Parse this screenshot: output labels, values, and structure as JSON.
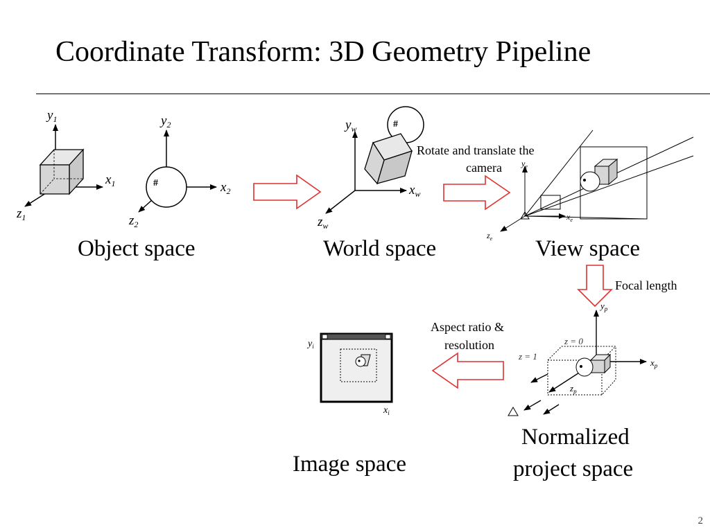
{
  "slide": {
    "title": "Coordinate Transform: 3D Geometry Pipeline",
    "page_number": "2"
  },
  "stages": {
    "object_space": "Object space",
    "world_space": "World space",
    "view_space": "View space",
    "normalized_line1": "Normalized",
    "normalized_line2": "project space",
    "image_space": "Image space"
  },
  "annotations": {
    "rotate_line1": "Rotate and translate the",
    "rotate_line2": "camera",
    "focal_length": "Focal length",
    "aspect_line1": "Aspect ratio &",
    "aspect_line2": "resolution"
  },
  "axes": {
    "y1": "y",
    "y1_sub": "1",
    "x1": "x",
    "x1_sub": "1",
    "z1": "z",
    "z1_sub": "1",
    "y2": "y",
    "y2_sub": "2",
    "x2": "x",
    "x2_sub": "2",
    "z2": "z",
    "z2_sub": "2",
    "yw": "y",
    "yw_sub": "w",
    "xw": "x",
    "xw_sub": "w",
    "zw": "z",
    "zw_sub": "w",
    "ye": "y",
    "ye_sub": "e",
    "xe": "x",
    "xe_sub": "e",
    "ze": "z",
    "ze_sub": "e",
    "yp": "y",
    "yp_sub": "p",
    "xp": "x",
    "xp_sub": "p",
    "zp": "z",
    "zp_sub": "p",
    "z0": "z = 0",
    "z1_plane": "z = 1",
    "yi": "y",
    "yi_sub": "i",
    "xi": "x",
    "xi_sub": "i"
  },
  "colors": {
    "arrow_outline": "#e03030",
    "face_gray": "#d0d0d0",
    "screen_gray": "#efefef"
  }
}
